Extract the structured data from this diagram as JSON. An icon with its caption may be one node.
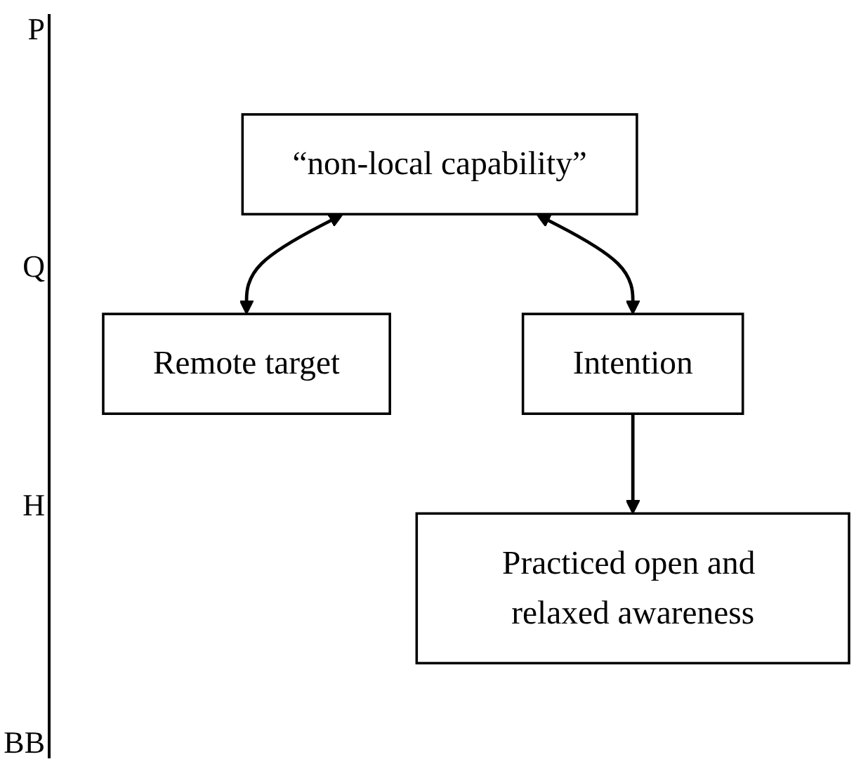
{
  "diagram": {
    "nodes": [
      {
        "text": [
          "“non-local capability”"
        ]
      },
      {
        "text": [
          "Remote target"
        ]
      },
      {
        "text": [
          "Intention"
        ]
      },
      {
        "text": [
          "Practiced open and relaxed awareness"
        ]
      }
    ],
    "edges": [
      {
        "from": 0,
        "to": 1,
        "arrow": "both"
      },
      {
        "from": 0,
        "to": 2,
        "arrow": "both"
      },
      {
        "from": 2,
        "to": 3,
        "arrow": "to"
      }
    ],
    "labels": [
      "P",
      "Q",
      "H",
      "BB"
    ]
  }
}
